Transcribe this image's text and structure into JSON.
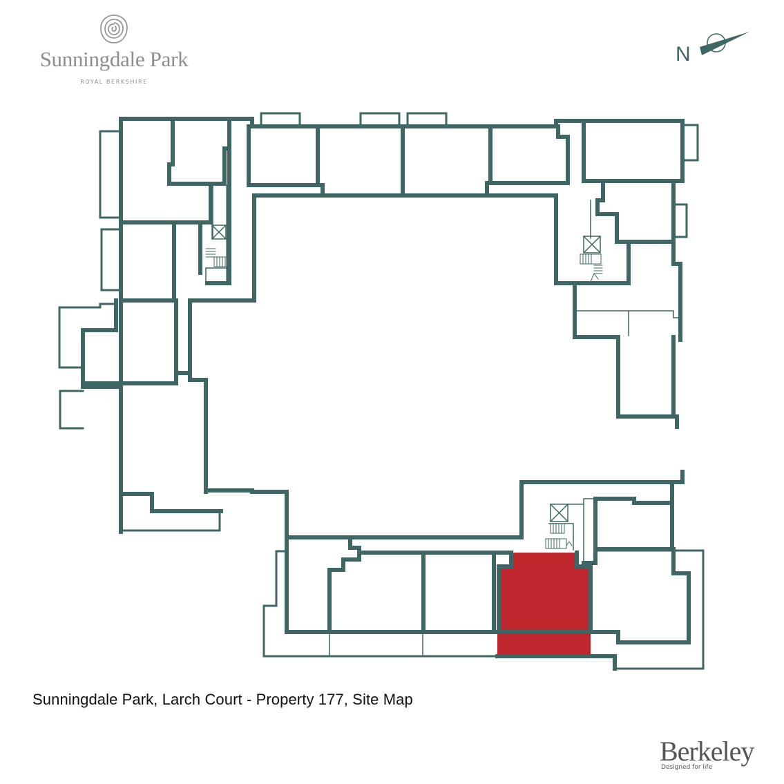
{
  "logo": {
    "icon": "rose-icon",
    "name": "Sunningdale Park",
    "subtitle": "ROYAL BERKSHIRE"
  },
  "compass": {
    "label": "N",
    "icon": "north-arrow-icon"
  },
  "map": {
    "type": "site-map",
    "wall_color": "#3e6664",
    "highlight_color": "#be272e",
    "highlighted_unit": "Property 177",
    "features": [
      "stair-core-northwest",
      "stair-core-northeast",
      "stair-core-south",
      "central-courtyard"
    ]
  },
  "caption": "Sunningdale Park, Larch Court - Property 177, Site Map",
  "brand": {
    "name": "Berkeley",
    "tagline": "Designed for life"
  }
}
